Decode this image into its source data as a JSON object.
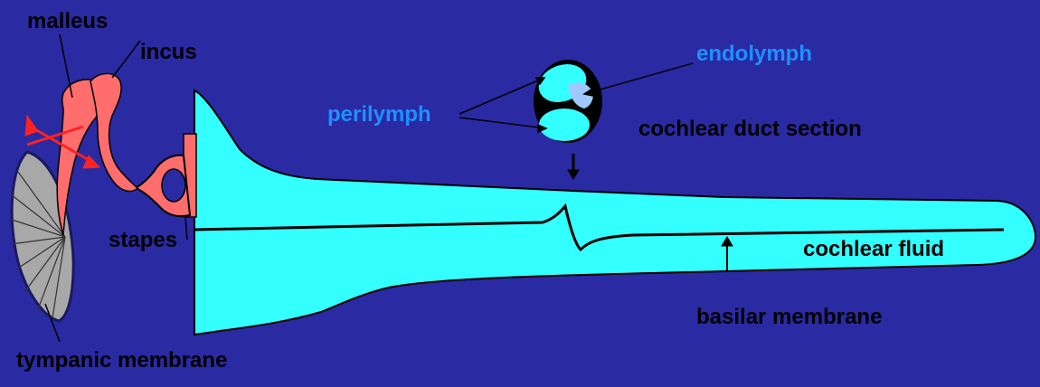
{
  "colors": {
    "background": "#2a2aa3",
    "fluid": "#33ffff",
    "ossicle": "#ff6d6d",
    "membrane_gray": "#a8a8a8",
    "label_dark": "#000000",
    "label_blue": "#1e90ff"
  },
  "labels": {
    "malleus": "malleus",
    "incus": "incus",
    "stapes": "stapes",
    "tympanic_membrane": "tympanic membrane",
    "perilymph": "perilymph",
    "endolymph": "endolymph",
    "cochlear_duct_section": "cochlear duct section",
    "cochlear_fluid": "cochlear fluid",
    "basilar_membrane": "basilar membrane"
  }
}
